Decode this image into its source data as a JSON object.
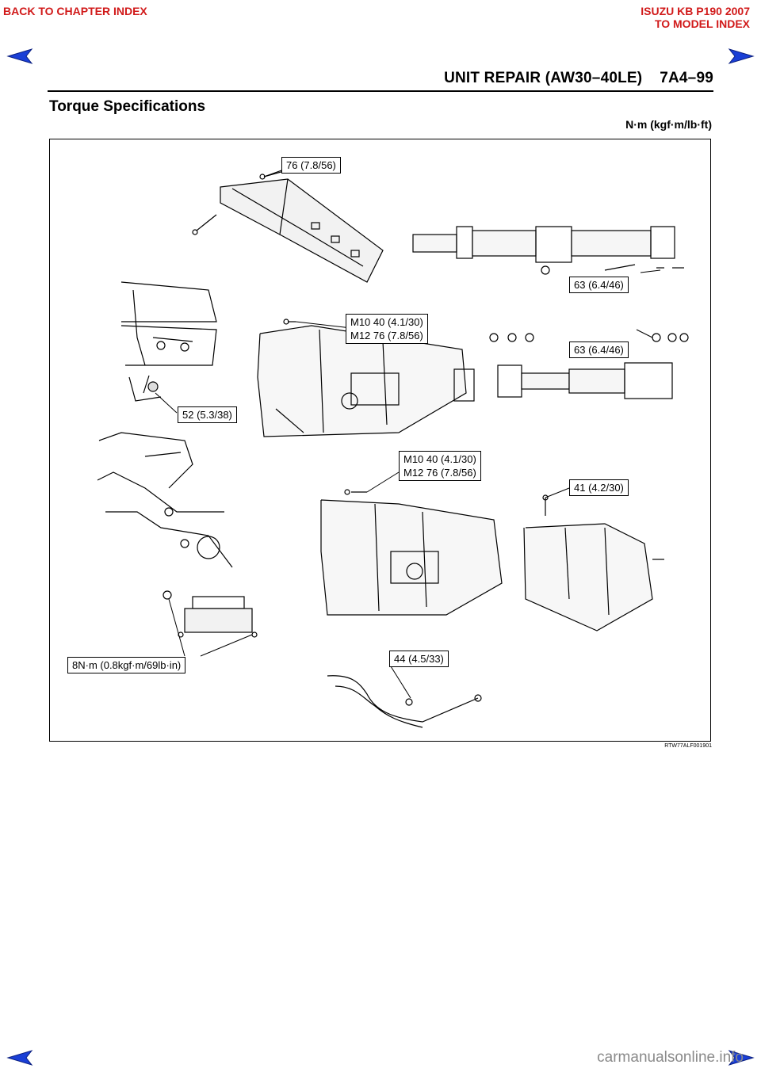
{
  "nav": {
    "back_chapter": "BACK TO CHAPTER INDEX",
    "model_line1": "ISUZU KB P190 2007",
    "model_line2": "TO MODEL INDEX",
    "color": "#d11a1a",
    "arrow_color": "#1a3fd6"
  },
  "header": {
    "title": "UNIT REPAIR (AW30–40LE)    7A4–99"
  },
  "section": {
    "title": "Torque Specifications",
    "units": "N·m (kgf·m/lb·ft)"
  },
  "figure": {
    "code": "RTW77ALF001901",
    "callouts": {
      "crossmember": "76 (7.8/56)",
      "rear_prop_shaft": "63 (6.4/46)",
      "trans_bolts_top_1": "M10 40 (4.1/30)",
      "trans_bolts_top_2": "M12 76 (7.8/56)",
      "front_prop_shaft": "63 (6.4/46)",
      "drain_plug": "52 (5.3/38)",
      "trans_bolts_mid_1": "M10 40 (4.1/30)",
      "trans_bolts_mid_2": "M12 76 (7.8/56)",
      "transfer_case": "41 (4.2/30)",
      "oil_pan_bracket": "8N·m (0.8kgf·m/69lb·in)",
      "oil_cooler_pipe": "44 (4.5/33)"
    }
  },
  "footer": {
    "watermark": "carmanualsonline.info"
  }
}
